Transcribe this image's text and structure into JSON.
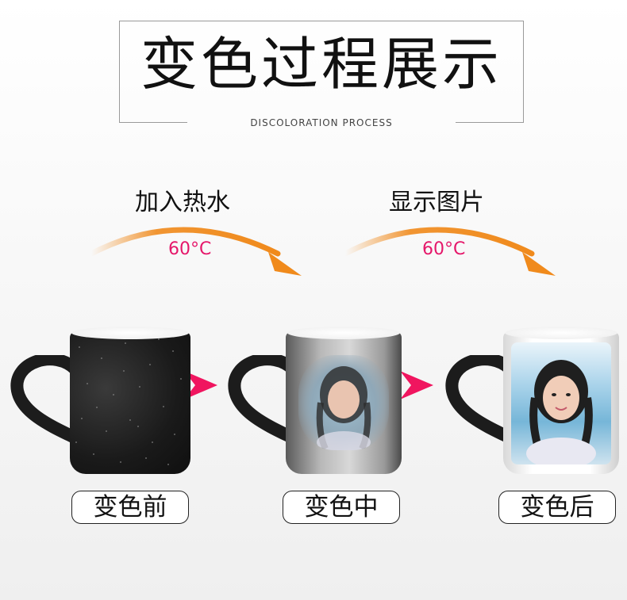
{
  "header": {
    "title": "变色过程展示",
    "subtitle": "DISCOLORATION PROCESS"
  },
  "process": [
    {
      "label": "加入热水",
      "temperature": "60°C"
    },
    {
      "label": "显示图片",
      "temperature": "60°C"
    }
  ],
  "mugs": [
    {
      "caption": "变色前"
    },
    {
      "caption": "变色中"
    },
    {
      "caption": "变色后"
    }
  ],
  "colors": {
    "accent_arrow": "#f08a1c",
    "pointer_arrow": "#f0155f",
    "temperature_text": "#e5176a",
    "mug_black": "#1c1c1c"
  },
  "icons": [
    "curved-arrow-icon",
    "pointer-arrow-icon",
    "heart-handle-icon"
  ]
}
